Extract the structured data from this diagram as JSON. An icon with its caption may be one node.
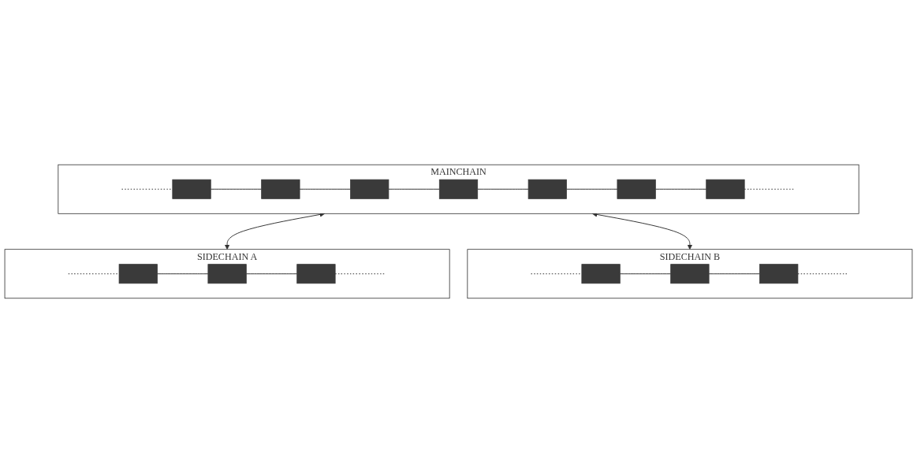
{
  "diagram": {
    "nodes": [
      {
        "text": [
          "MAINCHAIN"
        ]
      },
      {
        "text": [],
        "shape": "box",
        "in": 0
      },
      {
        "text": [],
        "shape": "box",
        "in": 0
      },
      {
        "text": [],
        "shape": "box",
        "in": 0
      },
      {
        "text": [],
        "shape": "box",
        "in": 0
      },
      {
        "text": [],
        "shape": "box",
        "in": 0
      },
      {
        "text": [],
        "shape": "box",
        "in": 0
      },
      {
        "text": [],
        "shape": "box",
        "in": 0
      },
      {
        "text": [
          "SIDECHAIN A"
        ]
      },
      {
        "text": [],
        "shape": "box",
        "in": 8
      },
      {
        "text": [],
        "shape": "box",
        "in": 8
      },
      {
        "text": [],
        "shape": "box",
        "in": 8
      },
      {
        "text": [
          "SIDECHAIN B"
        ]
      },
      {
        "text": [],
        "shape": "box",
        "in": 12
      },
      {
        "text": [],
        "shape": "box",
        "in": 12
      },
      {
        "text": [],
        "shape": "box",
        "in": 12
      }
    ],
    "edges": [
      {
        "from": null,
        "to": 1,
        "arrow": "none",
        "style": "dashed"
      },
      {
        "from": 1,
        "to": 2,
        "arrow": "none"
      },
      {
        "from": 2,
        "to": 3,
        "arrow": "none"
      },
      {
        "from": 3,
        "to": 4,
        "arrow": "none"
      },
      {
        "from": 4,
        "to": 5,
        "arrow": "none"
      },
      {
        "from": 5,
        "to": 6,
        "arrow": "none"
      },
      {
        "from": 6,
        "to": 7,
        "arrow": "none"
      },
      {
        "from": 7,
        "to": null,
        "arrow": "none",
        "style": "dashed"
      },
      {
        "from": 0,
        "to": 8,
        "arrow": "both"
      },
      {
        "from": 0,
        "to": 12,
        "arrow": "both"
      },
      {
        "from": null,
        "to": 9,
        "arrow": "none",
        "style": "dashed"
      },
      {
        "from": 9,
        "to": 10,
        "arrow": "none"
      },
      {
        "from": 10,
        "to": 11,
        "arrow": "none"
      },
      {
        "from": 11,
        "to": null,
        "arrow": "none",
        "style": "dashed"
      },
      {
        "from": null,
        "to": 13,
        "arrow": "none",
        "style": "dashed"
      },
      {
        "from": 13,
        "to": 14,
        "arrow": "none"
      },
      {
        "from": 14,
        "to": 15,
        "arrow": "none"
      },
      {
        "from": 15,
        "to": null,
        "arrow": "none",
        "style": "dashed"
      }
    ]
  }
}
